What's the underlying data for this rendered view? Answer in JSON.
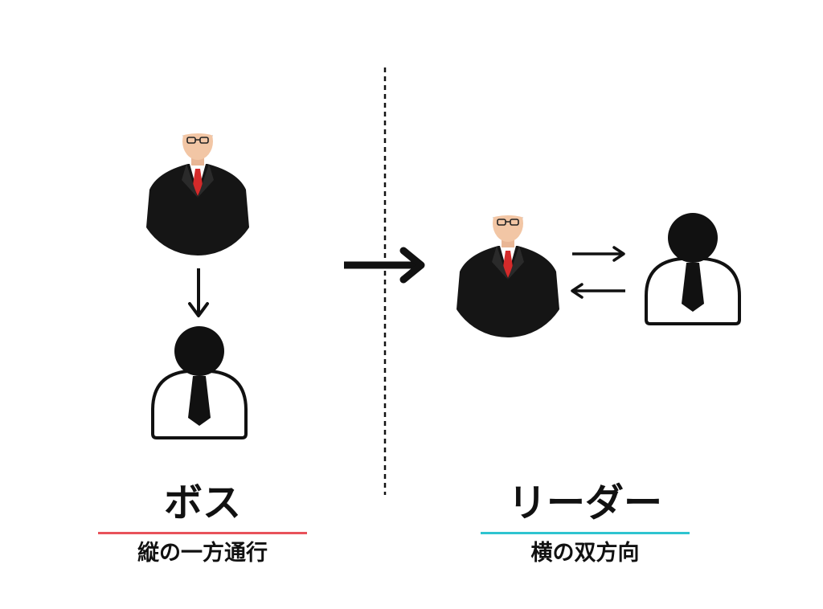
{
  "left": {
    "title": "ボス",
    "subtitle": "縦の一方通行",
    "underline_color": "#e8525a"
  },
  "right": {
    "title": "リーダー",
    "subtitle": "横の双方向",
    "underline_color": "#2ec4d0"
  },
  "colors": {
    "stroke": "#111111",
    "suit": "#151515",
    "skin": "#f2c6a5",
    "tie_red": "#d42a2a",
    "shirt": "#ffffff"
  },
  "icons": {
    "boss": "businessman-photo-icon",
    "subordinate": "person-with-tie-icon",
    "down_arrow": "arrow-down-icon",
    "transition_arrow": "arrow-right-icon",
    "exchange": "bidirectional-arrows-icon",
    "divider": "dashed-divider"
  }
}
